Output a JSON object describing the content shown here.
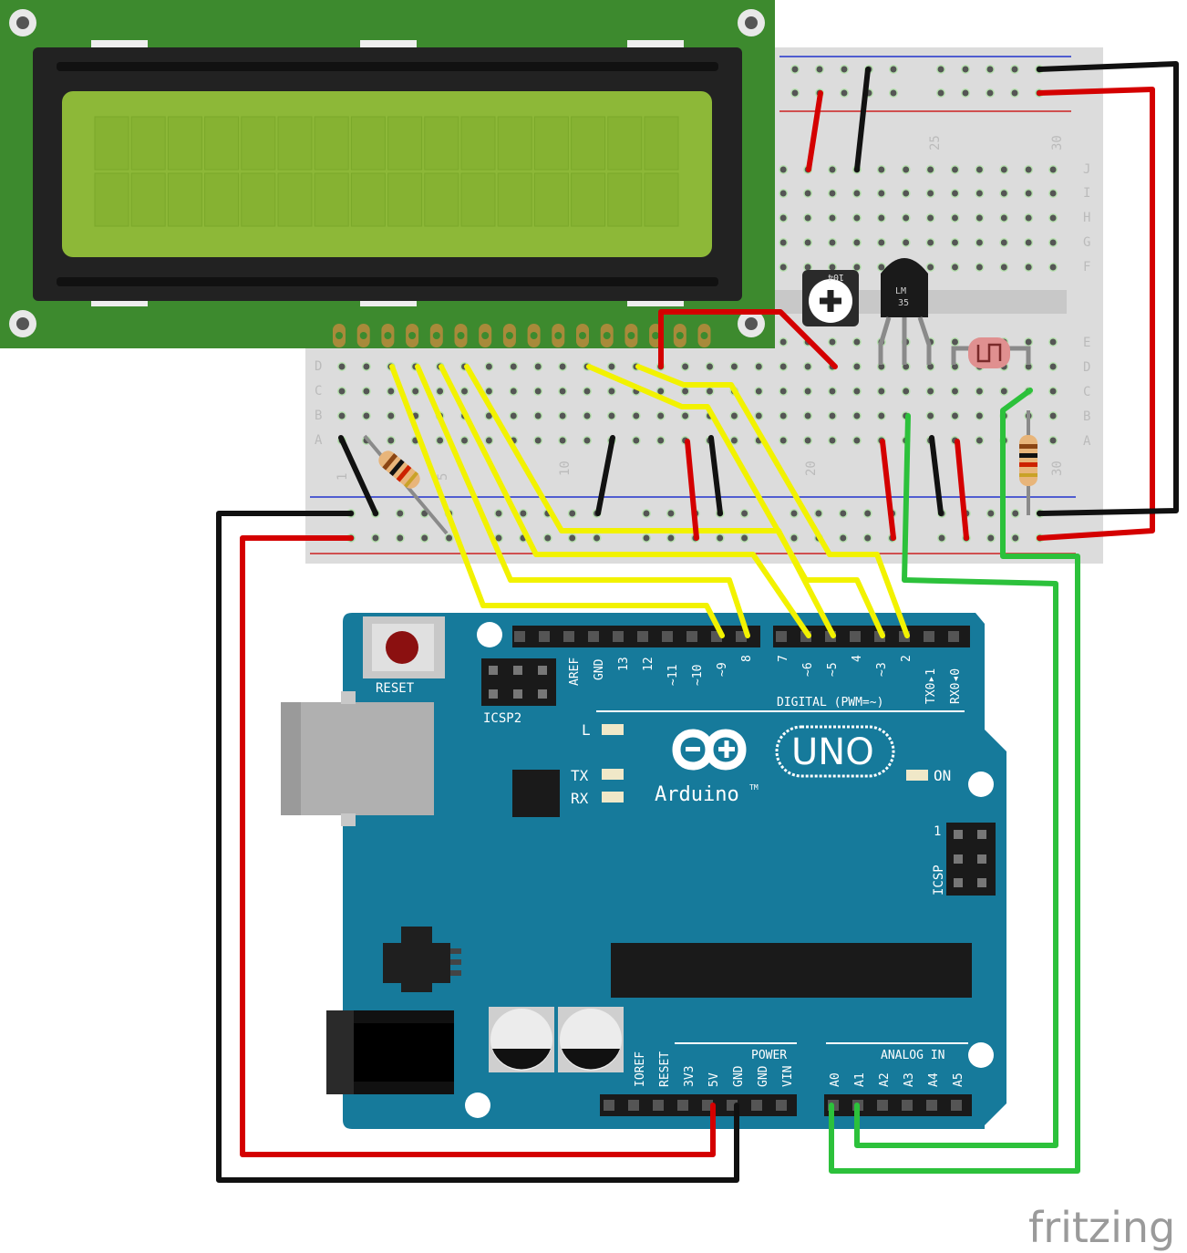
{
  "colors": {
    "lcd_pcb": "#3d8a2e",
    "lcd_bezel": "#222222",
    "lcd_screen": "#8db838",
    "breadboard": "#dcdcdc",
    "arduino": "#167a9b",
    "wire_red": "#d40000",
    "wire_black": "#111111",
    "wire_yellow": "#f2f200",
    "wire_green": "#2cc13b"
  },
  "breadboard": {
    "row_letters_top": [
      "J",
      "I",
      "H",
      "G",
      "F"
    ],
    "row_letters_bottom": [
      "E",
      "D",
      "C",
      "B",
      "A"
    ],
    "col_numbers": [
      "1",
      "5",
      "10",
      "20",
      "25",
      "30",
      "30"
    ]
  },
  "components": {
    "sensor_label_1": "LM",
    "sensor_label_2": "35",
    "pot_label": "104"
  },
  "arduino": {
    "reset_label": "RESET",
    "icsp2_label": "ICSP2",
    "icsp_label": "ICSP",
    "icsp_pin1": "1",
    "led_l": "L",
    "led_tx": "TX",
    "led_rx": "RX",
    "on_label": "ON",
    "logo_text": "Arduino",
    "tm": "TM",
    "model": "UNO",
    "digital_label": "DIGITAL (PWM=~)",
    "digital_pins_left": [
      "AREF",
      "GND",
      "13",
      "12",
      "~11",
      "~10",
      "~9",
      "8"
    ],
    "digital_pins_right": [
      "7",
      "~6",
      "~5",
      "4",
      "~3",
      "2",
      "TX0▸1",
      "RX0◂0"
    ],
    "power_label": "POWER",
    "power_pins": [
      "IOREF",
      "RESET",
      "3V3",
      "5V",
      "GND",
      "GND",
      "VIN"
    ],
    "analog_label": "ANALOG IN",
    "analog_pins": [
      "A0",
      "A1",
      "A2",
      "A3",
      "A4",
      "A5"
    ]
  },
  "watermark": "fritzing"
}
